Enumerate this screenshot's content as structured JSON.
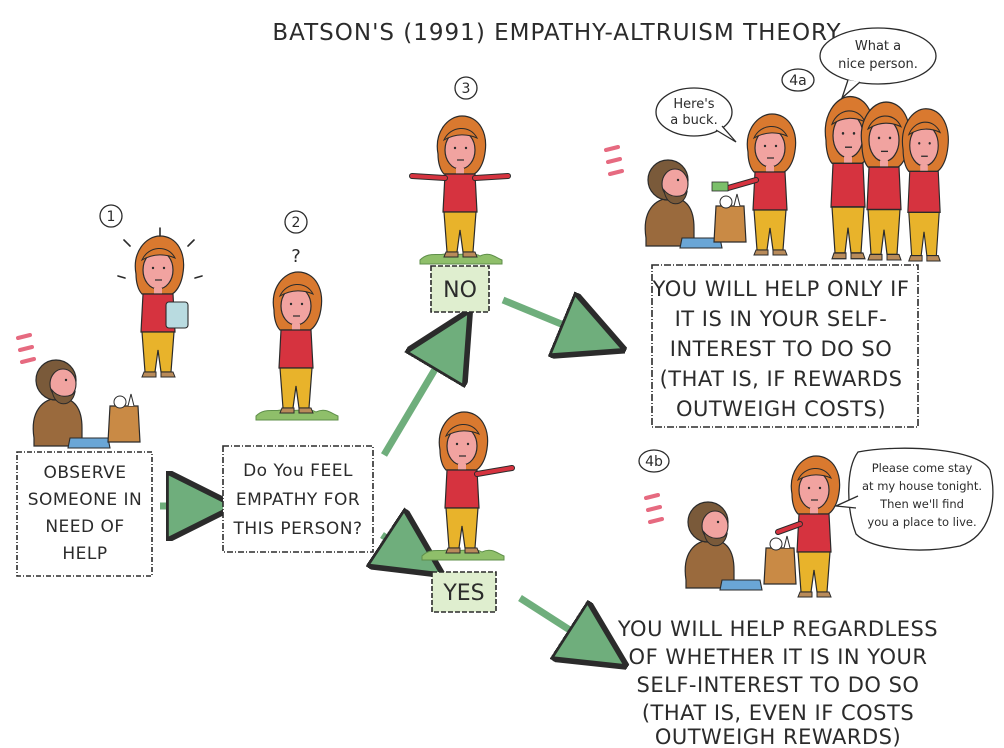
{
  "title": "BATSON'S (1991) EMPATHY-ALTRUISM THEORY",
  "steps": {
    "step1": {
      "number": "1",
      "text": [
        "OBSERVE",
        "SOMEONE IN",
        "NEED OF",
        "HELP"
      ]
    },
    "step2": {
      "number": "2",
      "question_mark": "?",
      "text": [
        "Do You FEEL",
        "EMPATHY FOR",
        "THIS PERSON?"
      ]
    },
    "step3": {
      "number": "3",
      "answer_no": "NO",
      "answer_yes": "YES"
    },
    "step4a": {
      "number": "4a",
      "bubble_giver": [
        "Here's",
        "a buck."
      ],
      "bubble_crowd": [
        "What a",
        "nice person."
      ],
      "text": [
        "YOU WILL HELP ONLY IF",
        "IT IS IN YOUR SELF-",
        "INTEREST TO DO SO",
        "(THAT IS, IF REWARDS",
        "OUTWEIGH COSTS)"
      ]
    },
    "step4b": {
      "number": "4b",
      "bubble": [
        "Please come stay",
        "at my house tonight.",
        "Then we'll find",
        "you a place to live."
      ],
      "text": [
        "YOU WILL HELP REGARDLESS",
        "OF WHETHER IT IS IN YOUR",
        "SELF-INTEREST TO DO SO",
        "(THAT IS, EVEN IF COSTS",
        "OUTWEIGH REWARDS)"
      ]
    }
  },
  "colors": {
    "ink": "#2b2b2b",
    "arrow_green": "#6fae7c",
    "hair": "#d9792f",
    "skin": "#f1a3a0",
    "shirt_red": "#d6333f",
    "pants_yellow": "#e8b32b",
    "grass": "#8fbf6a",
    "answer_box_green": "#dfeecf",
    "bag_brown": "#c98a45",
    "beard_brown": "#7a5a3a"
  }
}
